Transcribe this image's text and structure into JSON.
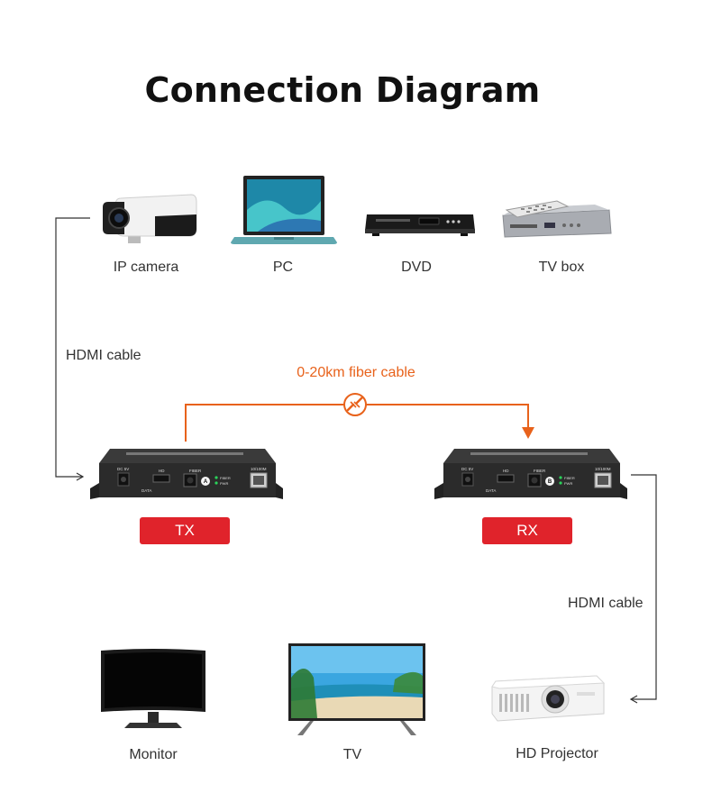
{
  "title": "Connection Diagram",
  "colors": {
    "accent": "#e8621b",
    "tag_red": "#e0232b",
    "line": "#333333",
    "device_body": "#2b2b2b"
  },
  "sources": [
    {
      "label": "IP camera",
      "icon": "ip-camera-icon"
    },
    {
      "label": "PC",
      "icon": "laptop-icon"
    },
    {
      "label": "DVD",
      "icon": "dvd-player-icon"
    },
    {
      "label": "TV box",
      "icon": "tv-box-icon"
    }
  ],
  "cables": {
    "input": "HDMI cable",
    "output": "HDMI cable",
    "fiber": "0-20km fiber cable"
  },
  "units": {
    "tx": {
      "tag": "TX",
      "port_mark": "A"
    },
    "rx": {
      "tag": "RX",
      "port_mark": "B"
    },
    "panel": {
      "power": "DC 5V",
      "hdmi": "HD",
      "data": "DATA",
      "fiber": "FIBER",
      "led_fiber": "FIBER",
      "led_pwr": "PWR",
      "lan": "10/100M"
    }
  },
  "outputs": [
    {
      "label": "Monitor",
      "icon": "monitor-icon"
    },
    {
      "label": "TV",
      "icon": "tv-icon"
    },
    {
      "label": "HD Projector",
      "icon": "projector-icon"
    }
  ]
}
